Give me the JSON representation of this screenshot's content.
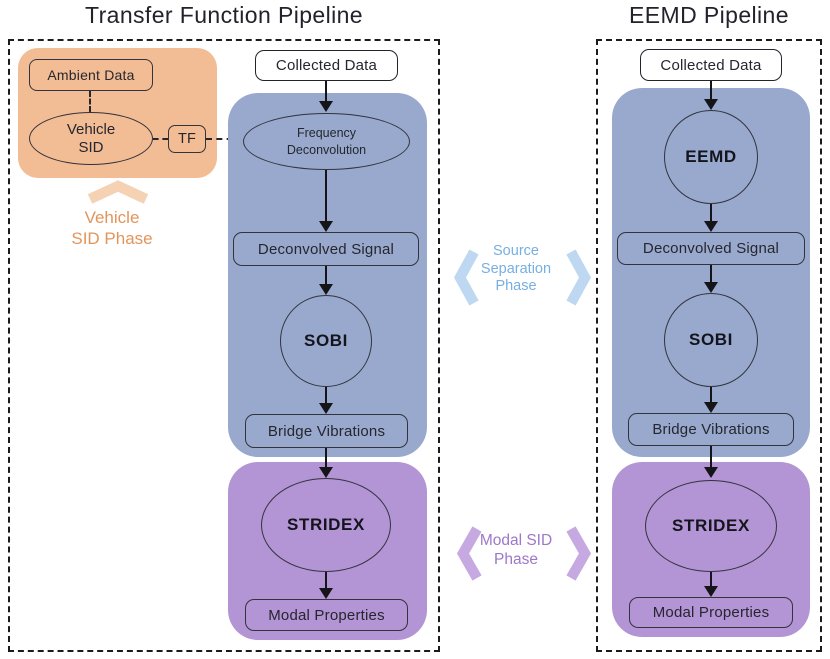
{
  "colors": {
    "ink": "#22222c",
    "orange-panel": "#F2BC95",
    "orange-accent": "#F6D2B4",
    "orange-text": "#E2955B",
    "blue-panel": "#98A9CD",
    "blue-accent": "#BDD8F0",
    "blue-text": "#78AFE1",
    "purple-panel": "#B394D5",
    "purple-accent": "#C6A9E1",
    "purple-text": "#9D77C9"
  },
  "left_pipeline": {
    "title": "Transfer Function Pipeline",
    "ambient_data": "Ambient Data",
    "vehicle_sid": "Vehicle\nSID",
    "tf": "TF",
    "vehicle_phase": "Vehicle\nSID Phase",
    "collected_data": "Collected Data",
    "frequency_deconvolution": "Frequency\nDeconvolution",
    "deconvolved_signal": "Deconvolved Signal",
    "sobi": "SOBI",
    "bridge_vibrations": "Bridge Vibrations",
    "stridex": "STRIDEX",
    "modal_properties": "Modal Properties"
  },
  "right_pipeline": {
    "title": "EEMD Pipeline",
    "collected_data": "Collected Data",
    "eemd": "EEMD",
    "deconvolved_signal": "Deconvolved Signal",
    "sobi": "SOBI",
    "bridge_vibrations": "Bridge Vibrations",
    "stridex": "STRIDEX",
    "modal_properties": "Modal Properties"
  },
  "phases": {
    "source_separation": "Source\nSeparation\nPhase",
    "modal_sid": "Modal SID\nPhase"
  }
}
